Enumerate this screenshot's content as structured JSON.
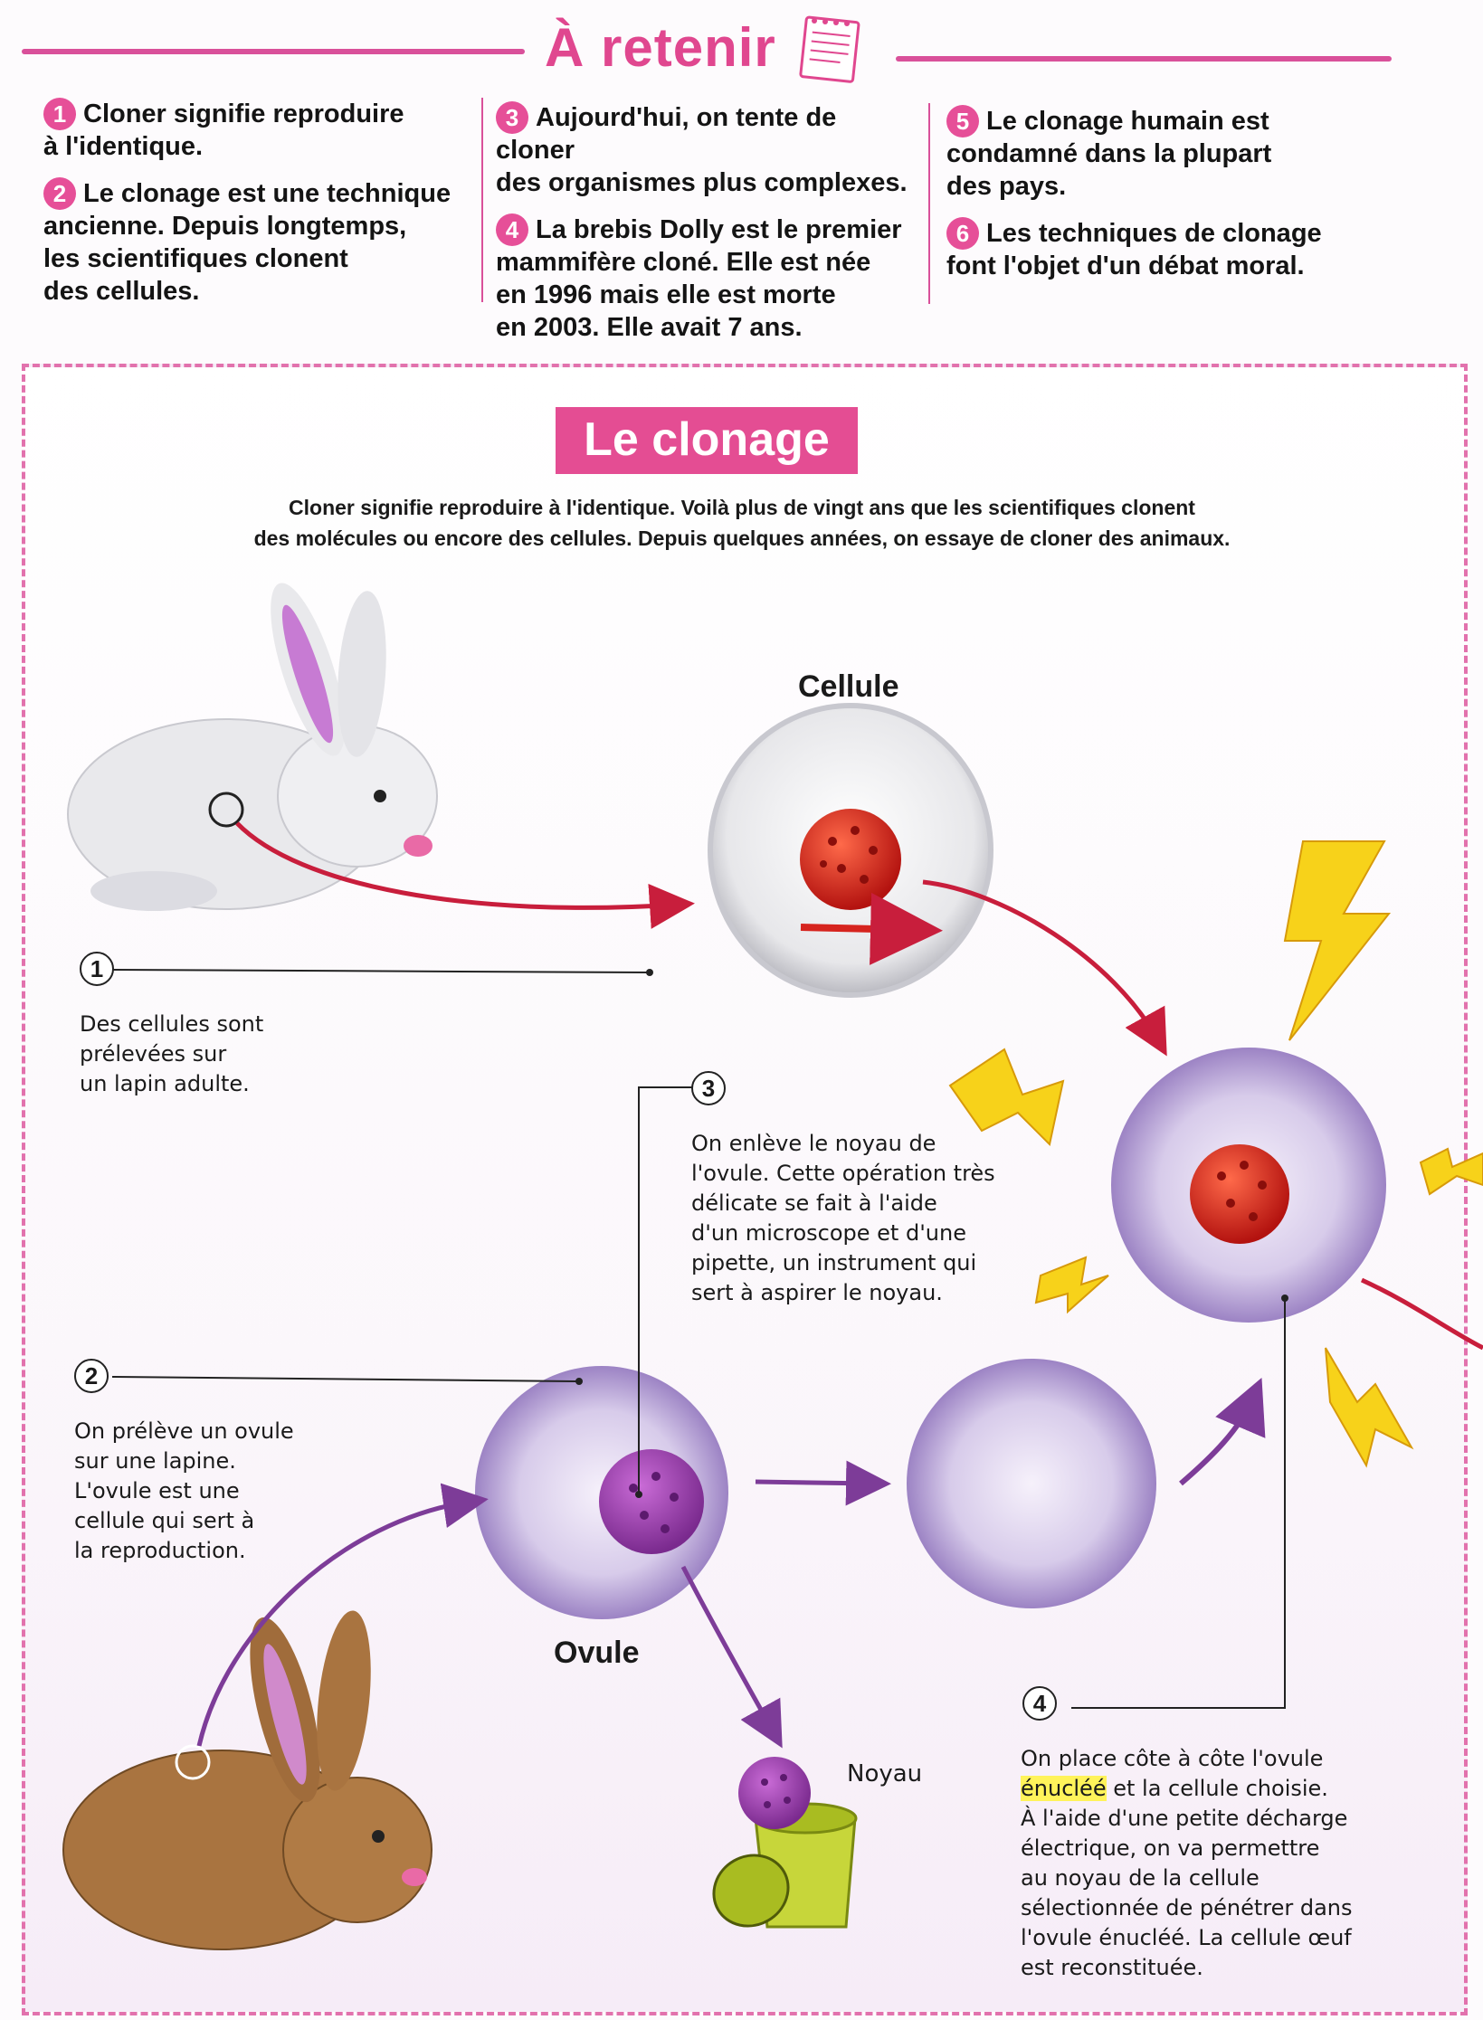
{
  "header": {
    "title": "À retenir",
    "items": [
      {
        "num": "1",
        "text": "Cloner signifie reproduire\nà l'identique."
      },
      {
        "num": "2",
        "text": "Le clonage est une technique\nancienne. Depuis longtemps,\nles scientifiques clonent\ndes cellules."
      },
      {
        "num": "3",
        "text": "Aujourd'hui, on tente de cloner\ndes organismes plus complexes."
      },
      {
        "num": "4",
        "text": "La brebis Dolly est le premier\nmammifère cloné. Elle est née\nen 1996 mais elle est morte\nen 2003. Elle avait 7 ans."
      },
      {
        "num": "5",
        "text": "Le clonage humain est\ncondamné dans la plupart\ndes pays."
      },
      {
        "num": "6",
        "text": "Les techniques de clonage\nfont l'objet d'un débat moral."
      }
    ]
  },
  "panel": {
    "title": "Le clonage",
    "intro": "Cloner signifie reproduire à l'identique. Voilà plus de vingt ans que les scientifiques clonent\ndes molécules ou encore des cellules. Depuis quelques années, on essaye de cloner des animaux.",
    "labels": {
      "cellule": "Cellule",
      "ovule": "Ovule",
      "noyau": "Noyau"
    },
    "steps": [
      {
        "num": "1",
        "text": "Des cellules sont\nprélevées sur\nun lapin adulte."
      },
      {
        "num": "2",
        "text": "On prélève un ovule\nsur une lapine.\nL'ovule est une\ncellule qui sert à\nla reproduction."
      },
      {
        "num": "3",
        "text": "On enlève le noyau de\nl'ovule. Cette opération très\ndélicate se fait à l'aide\nd'un microscope et d'une\npipette, un instrument qui\nsert à aspirer le noyau."
      },
      {
        "num": "4",
        "highlight": "énucléé",
        "text_before": "On place côte à côte l'ovule\n",
        "text_after": " et la cellule choisie.\nÀ l'aide d'une petite décharge\nélectrique, on va permettre\nau noyau de la cellule\nsélectionnée de pénétrer dans\nl'ovule énucléé. La cellule œuf\nest reconstituée."
      }
    ]
  },
  "colors": {
    "accent": "#e44d93",
    "nucleus": "#d6241e",
    "ovule": "#b9a6d6",
    "arrow_red": "#c81e3c",
    "arrow_purple": "#7d3c98",
    "lightning": "#f7d21a"
  }
}
